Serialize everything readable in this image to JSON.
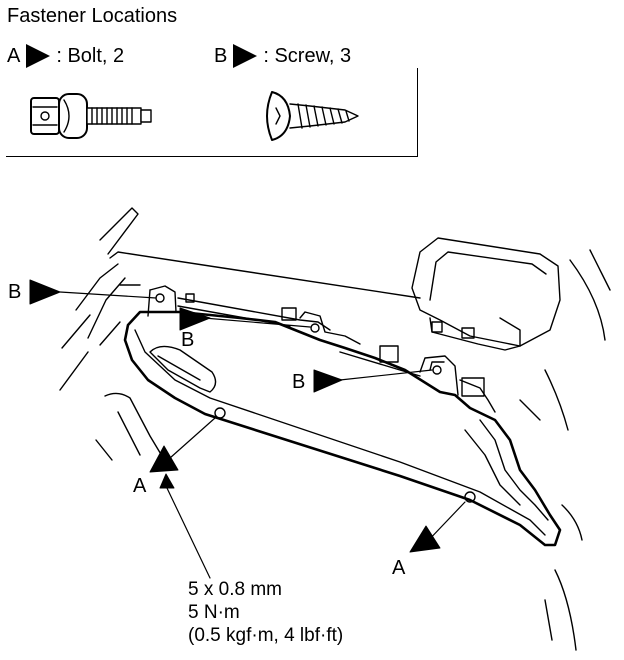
{
  "title": "Fastener Locations",
  "legend": {
    "a": {
      "letter": "A",
      "desc": ": Bolt, 2"
    },
    "b": {
      "letter": "B",
      "desc": ": Screw, 3"
    }
  },
  "callouts": {
    "b1": "B",
    "b2": "B",
    "b3": "B",
    "a1": "A",
    "a2": "A"
  },
  "spec": {
    "line1": "5 x 0.8 mm",
    "line2": "5 N·m",
    "line3": "(0.5 kgf·m, 4 lbf·ft)"
  },
  "icons": {
    "bolt": "bolt-icon",
    "screw": "screw-icon",
    "pointer": "triangle-pointer-icon"
  }
}
